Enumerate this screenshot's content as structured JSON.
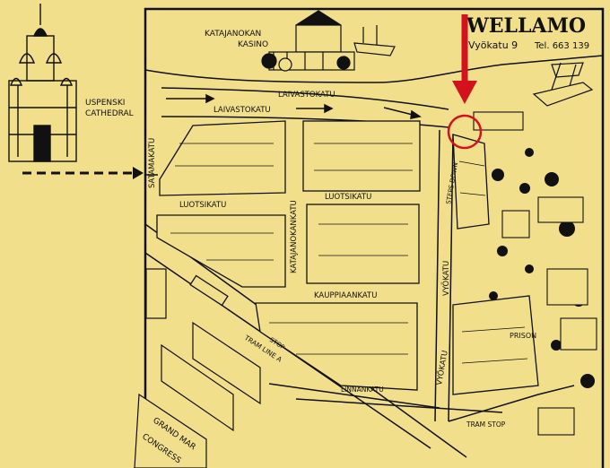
{
  "colors": {
    "paper": "#f2df8c",
    "ink": "#111111",
    "marker": "#d3121e"
  },
  "title": {
    "name": "WELLAMO",
    "address": "Vyökatu 9",
    "phone": "Tel. 663 139"
  },
  "landmarks": {
    "cathedral": [
      "USPENSKI",
      "CATHEDRAL"
    ],
    "casino": [
      "KATAJANOKAN",
      "KASINO"
    ],
    "prison": "PRISON",
    "congress": [
      "GRAND MAR",
      "CONGRESS"
    ]
  },
  "streets": {
    "laivastokatu_upper": "LAIVASTOKATU",
    "laivastokatu_lower": "LAIVASTOKATU",
    "satamakatu": "SATAMAKATU",
    "luotsikatu_left": "LUOTSIKATU",
    "luotsikatu_right": "LUOTSIKATU",
    "katajanokankatu": "KATAJANOKANKATU",
    "kauppiaankatu": "KAUPPIAANKATU",
    "vyokatu_upper": "VYÖKATU",
    "vyokatu_lower": "VYÖKATU",
    "linnankatu": "LINNANKATU",
    "steps_down": "STEPS DOWN",
    "tram_stop": "TRAM STOP",
    "tram_line": "TRAM LINE A",
    "stop": "STOP"
  }
}
